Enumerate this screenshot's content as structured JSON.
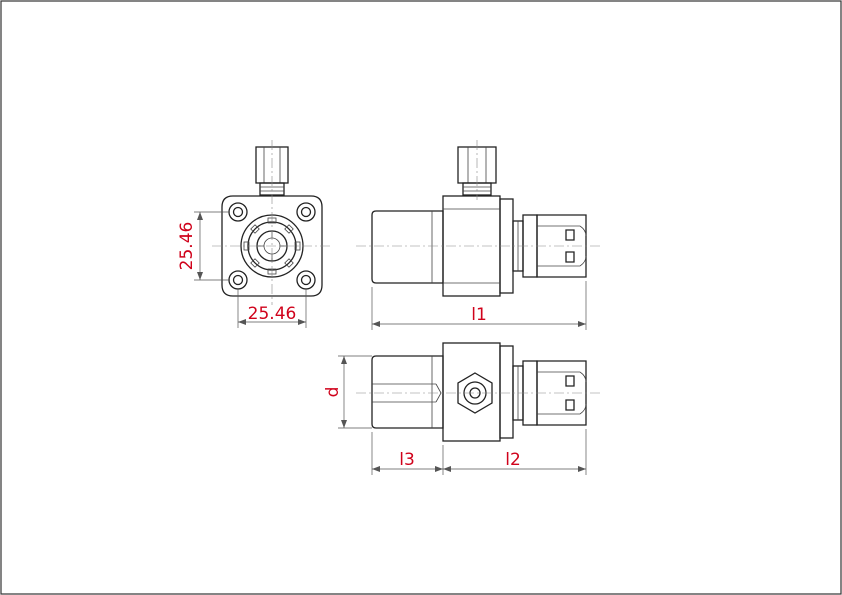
{
  "drawing": {
    "colors": {
      "lines": "#222222",
      "dimension_text": "#d0021b",
      "center_lines": "#888888"
    },
    "front_view": {
      "dim_vertical": "25.46",
      "dim_horizontal": "25.46"
    },
    "side_view": {
      "dim_total_length": "l1"
    },
    "top_view": {
      "dim_diameter": "d",
      "dim_shank_length": "l3",
      "dim_body_length": "l2"
    }
  }
}
